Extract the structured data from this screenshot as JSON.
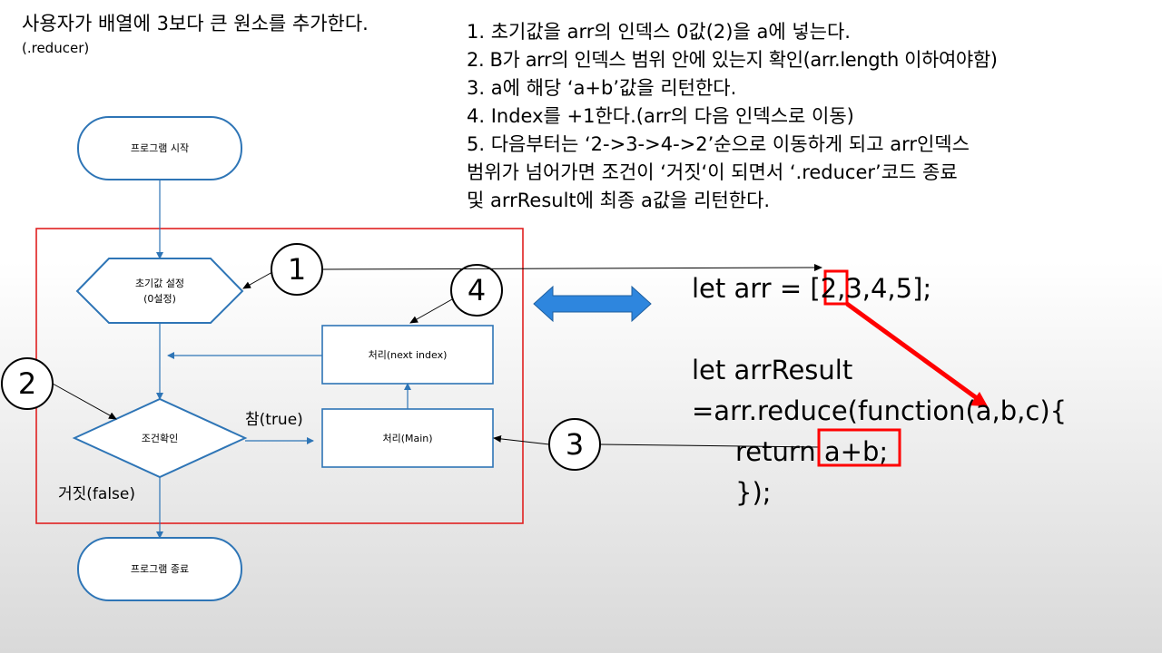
{
  "header": {
    "title": "사용자가 배열에 3보다 큰 원소를 추가한다.",
    "subtitle": "(.reducer)"
  },
  "steps": [
    "1. 초기값을 arr의 인덱스 0값(2)을 a에 넣는다.",
    "2. B가 arr의 인덱스 범위 안에 있는지 확인(arr.length 이하여야함)",
    "3. a에 해당 ‘a+b’값을 리턴한다.",
    "4. Index를 +1한다.(arr의 다음 인덱스로 이동)",
    "5. 다음부터는 ‘2->3->4->2’순으로 이동하게 되고 arr인덱스",
    "범위가 넘어가면 조건이 ‘거짓‘이 되면서 ‘.reducer’코드 종료",
    "및 arrResult에 최종 a값을 리턴한다."
  ],
  "flowchart": {
    "start": "프로그램 시작",
    "init_line1": "초기값 설정",
    "init_line2": "(0설정)",
    "condition": "조건확인",
    "process_main": "처리(Main)",
    "process_next": "처리(next index)",
    "end": "프로그램 종료",
    "true_label": "참(true)",
    "false_label": "거짓(false)"
  },
  "markers": [
    "1",
    "2",
    "3",
    "4"
  ],
  "code": {
    "line1": "let arr = [2,3,4,5];",
    "line2": "let arrResult",
    "line3": "=arr.reduce(function(a,b,c){",
    "line4": "return a+b;",
    "line5": "});"
  },
  "colors": {
    "node_stroke": "#2e75b6",
    "edge": "#2e75b6",
    "loop_box": "#e02020",
    "highlight": "#ff0000",
    "double_arrow": "#2e86de"
  }
}
